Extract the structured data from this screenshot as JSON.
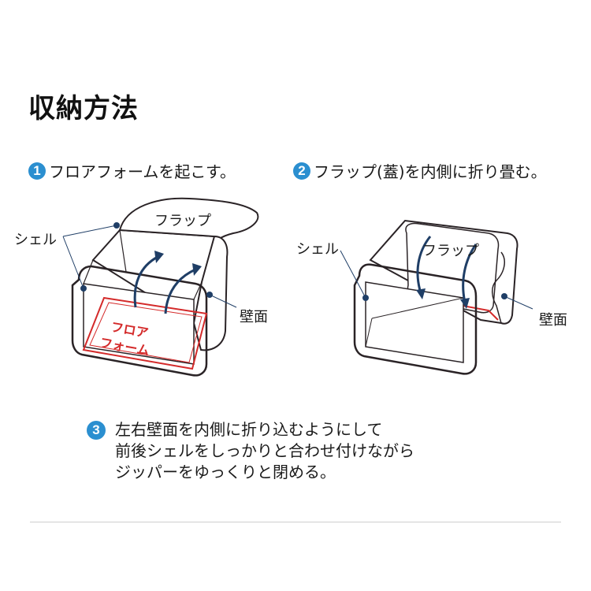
{
  "title": "収納方法",
  "steps": [
    {
      "number": "1",
      "text": "フロアフォームを起こす。"
    },
    {
      "number": "2",
      "text": "フラップ(蓋)を内側に折り畳む。"
    },
    {
      "number": "3",
      "lines": [
        "左右壁面を内側に折り込むようにして",
        "前後シェルをしっかりと合わせ付けながら",
        "ジッパーをゆっくりと閉める。"
      ]
    }
  ],
  "diagram1": {
    "flap_label": "フラップ",
    "shell_label": "シェル",
    "wall_label": "壁面",
    "floor_label_line1": "フロア",
    "floor_label_line2": "フォーム"
  },
  "diagram2": {
    "flap_label": "フラップ",
    "shell_label": "シェル",
    "wall_label": "壁面"
  },
  "colors": {
    "accent_blue": "#2b8fd0",
    "arrow_navy": "#1f3e66",
    "floor_red": "#d42a2a",
    "outline": "#2a2326"
  }
}
